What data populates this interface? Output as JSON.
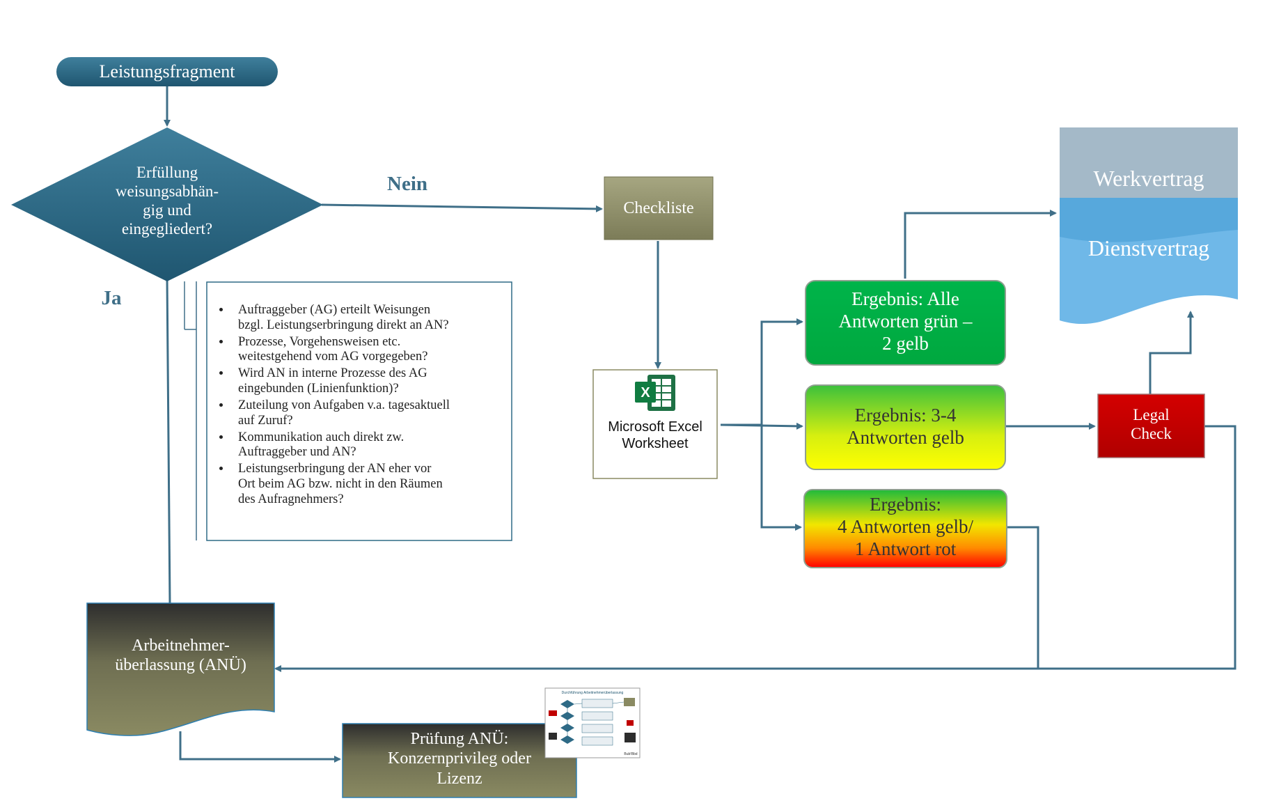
{
  "start": {
    "label": "Leistungsfragment"
  },
  "decision": {
    "lines": [
      "Erfüllung",
      "weisungsabhän-",
      "gig und",
      "eingegliedert?"
    ]
  },
  "edges": {
    "nein": "Nein",
    "ja": "Ja"
  },
  "checklist_box": {
    "label": "Checkliste"
  },
  "criteria": [
    {
      "lines": [
        "Auftraggeber  (AG) erteilt Weisungen",
        "bzgl. Leistungserbringung direkt an AN?"
      ]
    },
    {
      "lines": [
        "Prozesse, Vorgehensweisen etc.",
        "weitestgehend vom AG vorgegeben?"
      ]
    },
    {
      "lines": [
        "Wird AN in interne Prozesse des AG",
        "eingebunden (Linienfunktion)?"
      ]
    },
    {
      "lines": [
        "Zuteilung von Aufgaben v.a. tagesaktuell",
        "auf Zuruf?"
      ]
    },
    {
      "lines": [
        "Kommunikation auch direkt zw.",
        "Auftraggeber und AN?"
      ]
    },
    {
      "lines": [
        "Leistungserbringung der AN eher vor",
        "Ort beim AG bzw.  nicht in den Räumen",
        "des Aufragnehmers?"
      ]
    }
  ],
  "excel": {
    "icon": "excel-icon",
    "line1": "Microsoft Excel",
    "line2": "Worksheet"
  },
  "results": [
    {
      "lines": [
        "Ergebnis: Alle",
        "Antworten grün –",
        "2 gelb"
      ],
      "color": "#00b050"
    },
    {
      "lines": [
        "Ergebnis: 3-4",
        "Antworten gelb"
      ],
      "color": "#ffff00"
    },
    {
      "lines": [
        "Ergebnis:",
        "4 Antworten gelb/",
        "1 Antwort rot"
      ],
      "color": "#ff0000"
    }
  ],
  "contract": {
    "top": "Werkvertrag",
    "bottom": "Dienstvertrag"
  },
  "legal_check": {
    "lines": [
      "Legal",
      "Check"
    ],
    "color": "#c00000"
  },
  "anue": {
    "lines": [
      "Arbeitnehmer-",
      "überlassung (ANÜ)"
    ]
  },
  "pruefung": {
    "lines": [
      "Prüfung ANÜ:",
      "Konzernprivileg oder",
      "Lizenz"
    ]
  },
  "thumbnail": {
    "title": "Durchführung Arbeitnehmerüberlassung",
    "footer": "Bub!Bbd"
  },
  "colors": {
    "teal": "#2e6a86",
    "olive": "#8a8a62",
    "arrow": "#3f6f88"
  }
}
